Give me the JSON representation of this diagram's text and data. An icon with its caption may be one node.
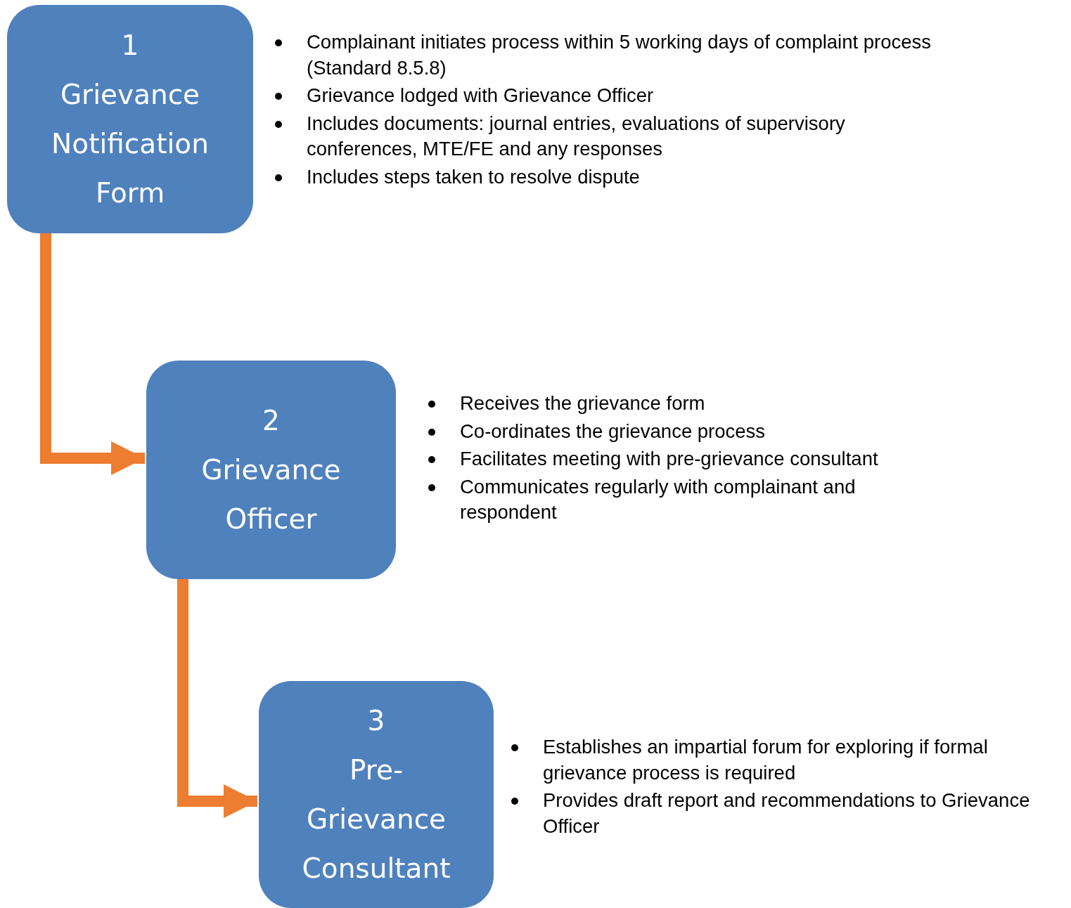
{
  "diagram": {
    "nodes": [
      {
        "text": [
          "1",
          "Grievance Notification Form"
        ],
        "beside": [
          "Complainant initiates process within 5 working days of complaint process (Standard 8.5.8)",
          "Grievance lodged with Grievance Officer",
          "Includes documents: journal entries, evaluations of supervisory conferences, MTE/FE and any responses",
          "Includes steps taken to resolve dispute"
        ]
      },
      {
        "text": [
          "2",
          "Grievance Officer"
        ],
        "beside": [
          "Receives the grievance form",
          "Co-ordinates the grievance process",
          "Facilitates meeting with pre-grievance consultant",
          "Communicates regularly with complainant and respondent"
        ]
      },
      {
        "text": [
          "3",
          "Pre-Grievance Consultant"
        ],
        "beside": [
          "Establishes an impartial forum for exploring if formal grievance process is required",
          "Provides draft report and recommendations to Grievance Officer"
        ]
      }
    ],
    "edges": [
      {
        "from": 0,
        "to": 1,
        "arrow": "to"
      },
      {
        "from": 1,
        "to": 2,
        "arrow": "to"
      }
    ]
  }
}
